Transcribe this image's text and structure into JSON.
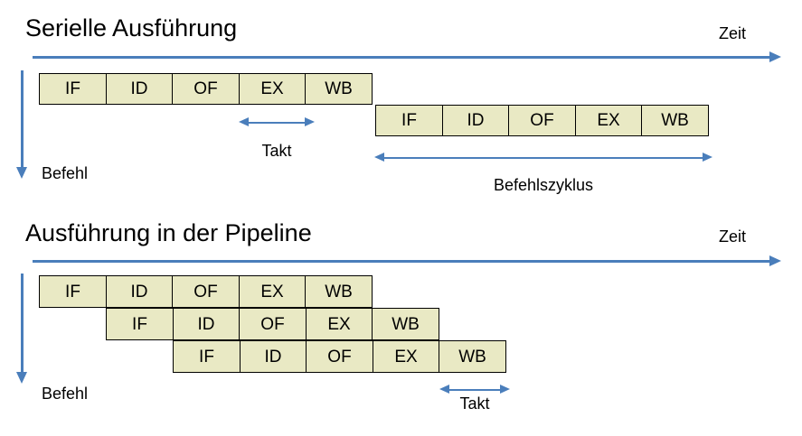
{
  "slide": {
    "background_color": "#FFFFFF",
    "accent_color": "#4A7EBB",
    "cell_color": "#E9E9C4",
    "text_color": "#000000"
  },
  "panels": [
    {
      "id": "serial",
      "heading": "Serielle Ausführung",
      "time_axis_label": "Zeit",
      "instruction_axis_label": "Befehl",
      "rows": [
        {
          "label": "instruction-1",
          "stages": [
            "IF",
            "ID",
            "OF",
            "EX",
            "WB"
          ]
        },
        {
          "label": "instruction-2",
          "stages": [
            "IF",
            "ID",
            "OF",
            "EX",
            "WB"
          ]
        }
      ],
      "annotations": [
        {
          "id": "takt",
          "label": "Takt"
        },
        {
          "id": "befehlszyklus",
          "label": "Befehlszyklus"
        }
      ]
    },
    {
      "id": "pipeline",
      "heading": "Ausführung in der Pipeline",
      "time_axis_label": "Zeit",
      "instruction_axis_label": "Befehl",
      "rows": [
        {
          "label": "instruction-1",
          "stages": [
            "IF",
            "ID",
            "OF",
            "EX",
            "WB"
          ]
        },
        {
          "label": "instruction-2",
          "stages": [
            "IF",
            "ID",
            "OF",
            "EX",
            "WB"
          ]
        },
        {
          "label": "instruction-3",
          "stages": [
            "IF",
            "ID",
            "OF",
            "EX",
            "WB"
          ]
        }
      ],
      "annotations": [
        {
          "id": "takt",
          "label": "Takt"
        }
      ]
    }
  ]
}
